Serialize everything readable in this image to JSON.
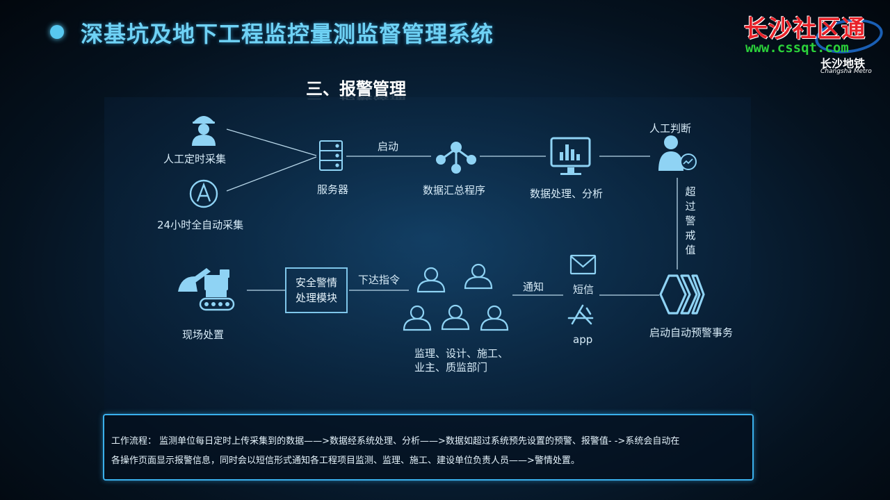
{
  "header": {
    "title": "深基坑及地下工程监控量测监督管理系统"
  },
  "logo": {
    "main": "长沙社区通",
    "url": "www.cssqt.com",
    "metro_cn": "长沙地铁",
    "metro_en": "Changsha Metro"
  },
  "section": {
    "title": "三、报警管理"
  },
  "nodes": {
    "manual_collect": "人工定时采集",
    "auto_collect": "24小时全自动采集",
    "server": "服务器",
    "start_edge": "启动",
    "aggregator": "数据汇总程序",
    "processing": "数据处理、分析",
    "manual_judge": "人工判断",
    "exceed_warning": "超过警戒值",
    "auto_alert": "启动自动预警事务",
    "notify_edge": "通知",
    "sms": "短信",
    "app": "app",
    "personnel_line1": "监理、设计、施工、",
    "personnel_line2": "业主、质监部门",
    "command_edge": "下达指令",
    "safety_box_line1": "安全警情",
    "safety_box_line2": "处理模块",
    "onsite": "现场处置"
  },
  "workflow": {
    "line1": "工作流程：  监测单位每日定时上传采集到的数据——>数据经系统处理、分析——>数据如超过系统预先设置的预警、报警值- ->系统会自动在",
    "line2": "各操作页面显示报警信息，同时会以短信形式通知各工程项目监测、监理、施工、建设单位负责人员——>警情处置。"
  },
  "colors": {
    "icon": "#8fd3f4",
    "line": "#b9d8ea",
    "title": "#6fd2f5",
    "box_border": "#7fc6ea",
    "workflow_border": "#3ab0ec"
  },
  "icons": [
    "worker-icon",
    "auto-a-icon",
    "server-icon",
    "hub-icon",
    "monitor-chart-icon",
    "analyst-icon",
    "chevrons-icon",
    "mail-icon",
    "app-store-icon",
    "person-icon",
    "excavator-icon"
  ]
}
